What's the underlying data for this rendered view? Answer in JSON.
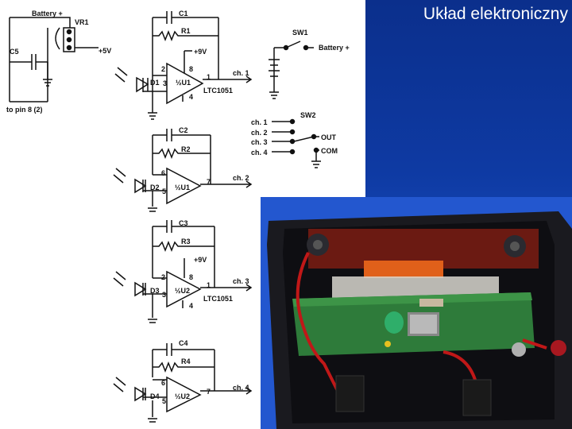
{
  "slide": {
    "title": "Układ elektroniczny"
  },
  "schematic": {
    "labels": {
      "battery_plus_top": "Battery +",
      "vr1": "VR1",
      "c5": "C5",
      "plus5v": "+5V",
      "to_pin8": "to pin 8 (2)",
      "c1": "C1",
      "r1": "R1",
      "c2": "C2",
      "r2": "R2",
      "c3": "C3",
      "r3": "R3",
      "c4": "C4",
      "r4": "R4",
      "plus9v_1": "+9V",
      "plus9v_2": "+9V",
      "d1": "D1",
      "d2": "D2",
      "d3": "D3",
      "d4": "D4",
      "u1a": "½U1",
      "u1b": "½U1",
      "u2a": "½U2",
      "u2b": "½U2",
      "ltc1": "LTC1051",
      "ltc2": "LTC1051",
      "ch1_out": "ch. 1",
      "ch2_out": "ch. 2",
      "ch3_out": "ch. 3",
      "ch4_out": "ch. 4",
      "sw1": "SW1",
      "battery_plus_sw": "Battery +",
      "sw2": "SW2",
      "sw_ch1": "ch. 1",
      "sw_ch2": "ch. 2",
      "sw_ch3": "ch. 3",
      "sw_ch4": "ch. 4",
      "out": "OUT",
      "com": "COM",
      "pin2": "2",
      "pin3": "3",
      "pin8": "8",
      "pin1": "1",
      "pin4": "4",
      "pin6": "6",
      "pin5": "5",
      "pin7": "7",
      "pin2b": "2",
      "pin3b": "3",
      "pin8b": "8",
      "pin1b": "1",
      "pin4b": "4",
      "pin6b": "6",
      "pin5b": "5",
      "pin7b": "7"
    }
  },
  "colors": {
    "background_blue": "#0e3aa3",
    "title_text": "#ffffff",
    "schematic_ink": "#111111"
  }
}
